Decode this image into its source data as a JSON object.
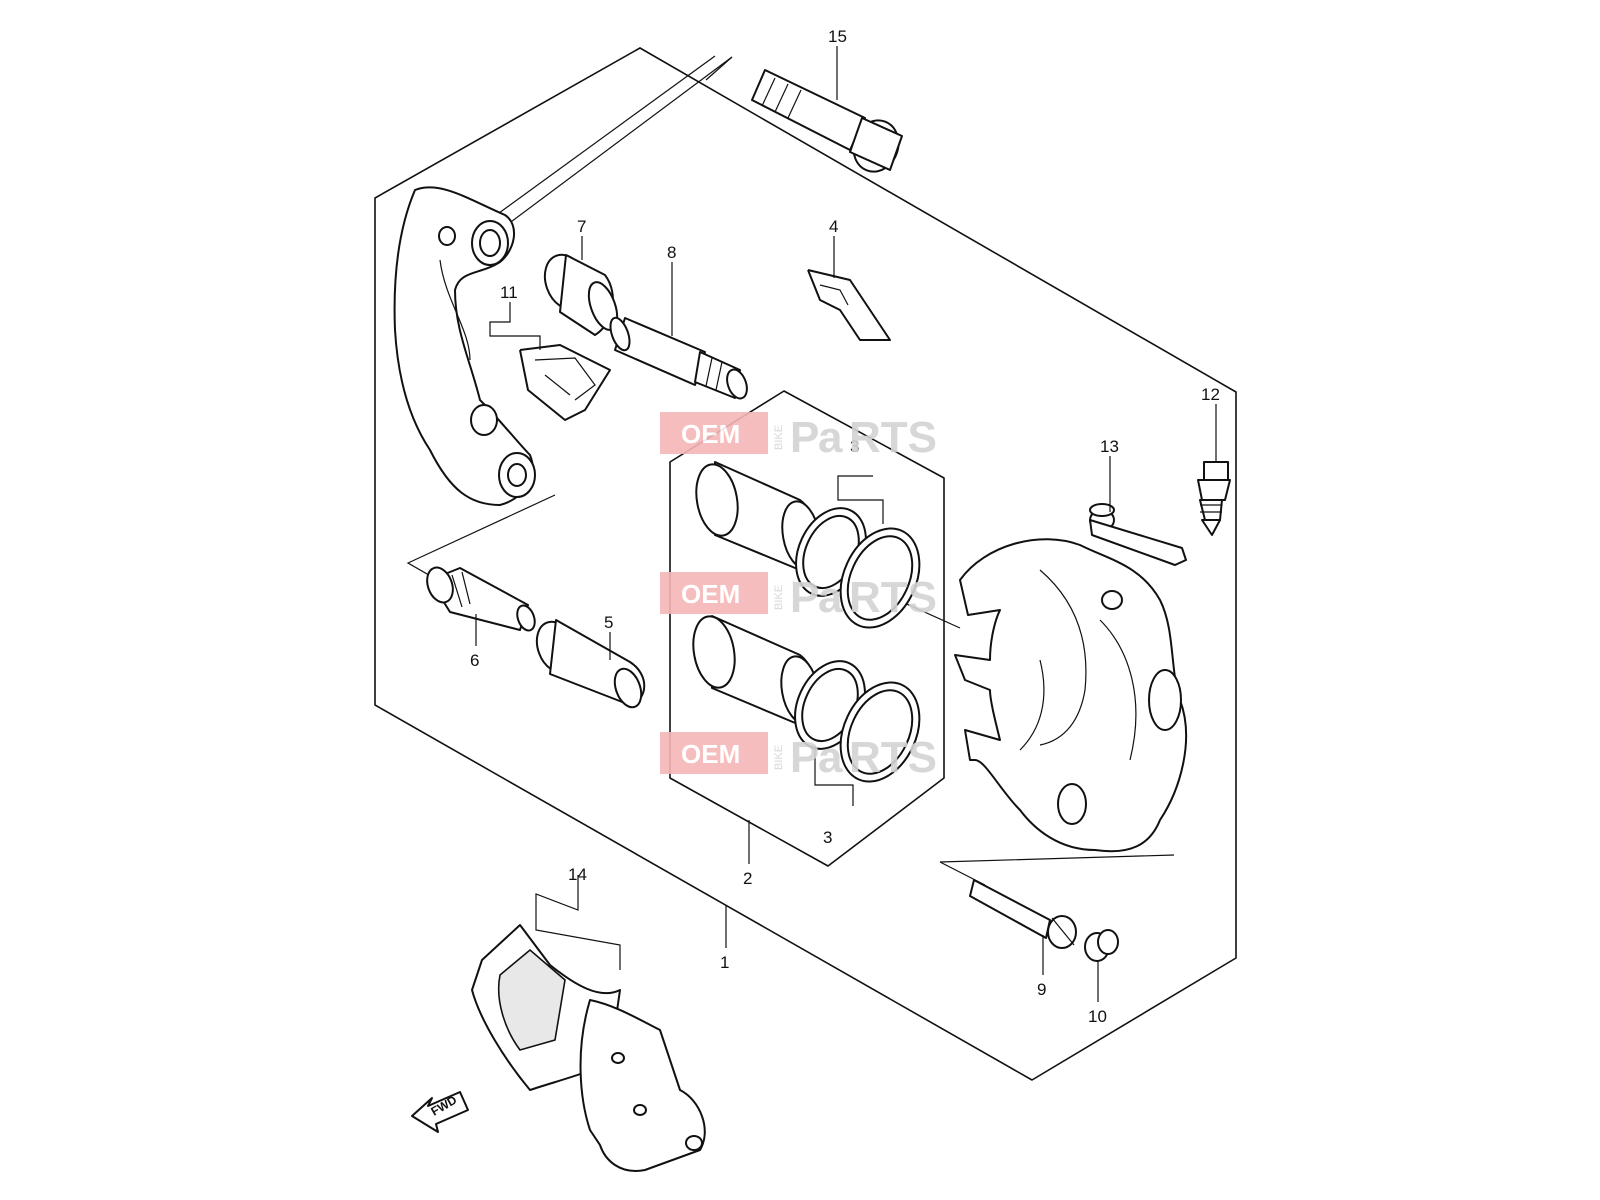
{
  "diagram": {
    "callouts": {
      "c1": "1",
      "c2": "2",
      "c3a": "3",
      "c3b": "3",
      "c4": "4",
      "c5": "5",
      "c6": "6",
      "c7": "7",
      "c8": "8",
      "c9": "9",
      "c10": "10",
      "c11": "11",
      "c12": "12",
      "c13": "13",
      "c14": "14",
      "c15": "15"
    },
    "fwd_label": "FWD"
  },
  "watermark": {
    "oem": "OEM",
    "bike": "BIKE",
    "parts_left": "P",
    "parts_mid": "a",
    "parts_right": "RTS",
    "colors": {
      "box": "#f4b6b6",
      "parts": "#d3d3d3"
    }
  }
}
